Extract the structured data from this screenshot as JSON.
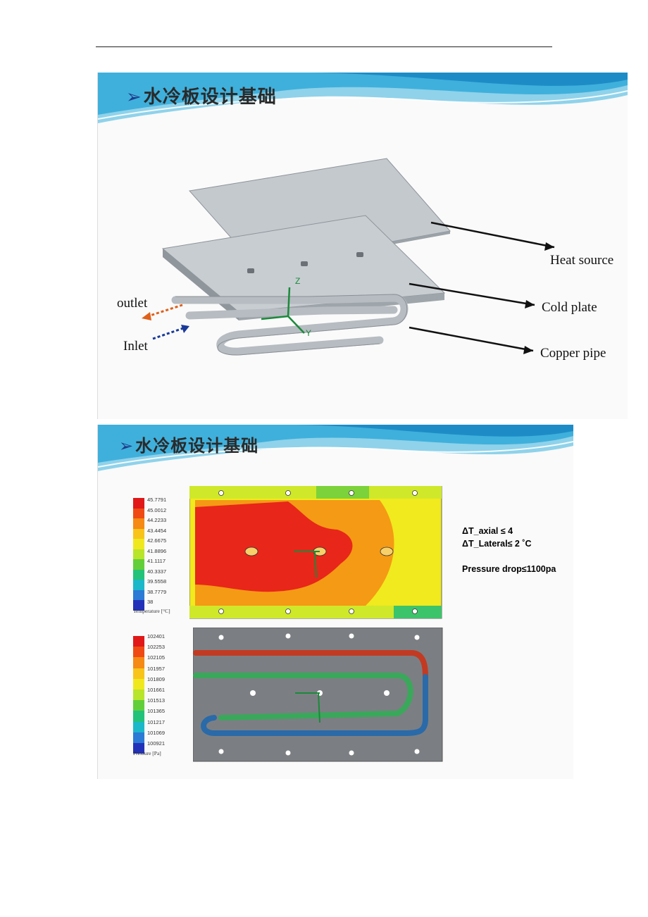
{
  "slide_title": "水冷板设计基础",
  "callouts": {
    "heat_source": "Heat source",
    "cold_plate": "Cold plate",
    "copper_pipe": "Copper pipe",
    "outlet": "outlet",
    "inlet": "Inlet",
    "axis_z": "Z",
    "axis_y": "Y"
  },
  "specs": {
    "axial": "ΔT_axial ≤ 4",
    "lateral": "ΔT_Lateral≤ 2 ˚C",
    "pressure": "Pressure drop≤1100pa"
  },
  "temperature_legend": {
    "title": "Temperature [°C]",
    "ticks": [
      "45.7791",
      "45.0012",
      "44.2233",
      "43.4454",
      "42.6675",
      "41.8896",
      "41.1117",
      "40.3337",
      "39.5558",
      "38.7779",
      "38"
    ],
    "colors": [
      "#e01818",
      "#ef4a14",
      "#f58a14",
      "#f8c41a",
      "#f0e81e",
      "#b8e42a",
      "#62cf3a",
      "#22c27a",
      "#1ab8c8",
      "#2a7ad6",
      "#2232b8"
    ]
  },
  "pressure_legend": {
    "title": "Pressure [Pa]",
    "ticks": [
      "102401",
      "102253",
      "102105",
      "101957",
      "101809",
      "101661",
      "101513",
      "101365",
      "101217",
      "101069",
      "100921"
    ],
    "colors": [
      "#e01818",
      "#ef4a14",
      "#f58a14",
      "#f8c41a",
      "#f0e81e",
      "#b8e42a",
      "#62cf3a",
      "#22c27a",
      "#1ab8c8",
      "#2a7ad6",
      "#2232b8"
    ]
  }
}
